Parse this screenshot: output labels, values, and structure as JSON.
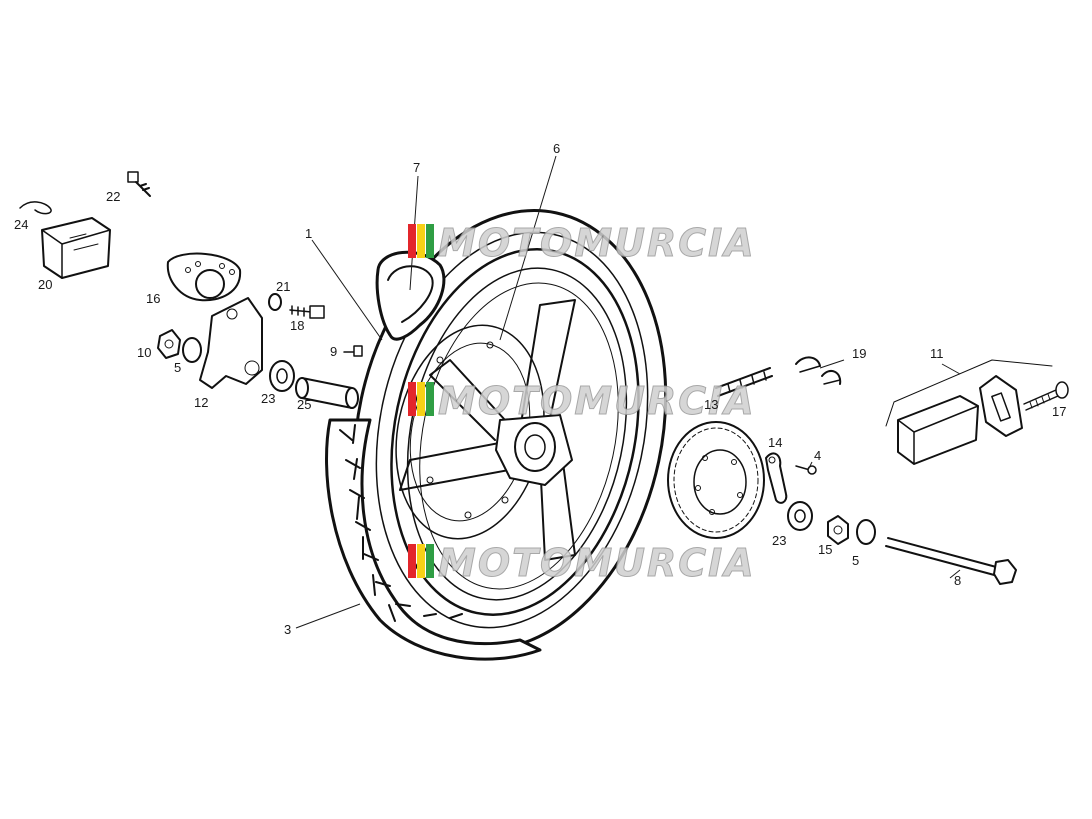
{
  "diagram": {
    "labels": [
      {
        "id": "1",
        "text": "1"
      },
      {
        "id": "3",
        "text": "3"
      },
      {
        "id": "4",
        "text": "4"
      },
      {
        "id": "5a",
        "text": "5"
      },
      {
        "id": "5b",
        "text": "5"
      },
      {
        "id": "6",
        "text": "6"
      },
      {
        "id": "7",
        "text": "7"
      },
      {
        "id": "8",
        "text": "8"
      },
      {
        "id": "9",
        "text": "9"
      },
      {
        "id": "10",
        "text": "10"
      },
      {
        "id": "11",
        "text": "11"
      },
      {
        "id": "12",
        "text": "12"
      },
      {
        "id": "13",
        "text": "13"
      },
      {
        "id": "14",
        "text": "14"
      },
      {
        "id": "15",
        "text": "15"
      },
      {
        "id": "16",
        "text": "16"
      },
      {
        "id": "17",
        "text": "17"
      },
      {
        "id": "18",
        "text": "18"
      },
      {
        "id": "19",
        "text": "19"
      },
      {
        "id": "20",
        "text": "20"
      },
      {
        "id": "21",
        "text": "21"
      },
      {
        "id": "22",
        "text": "22"
      },
      {
        "id": "23a",
        "text": "23"
      },
      {
        "id": "23b",
        "text": "23"
      },
      {
        "id": "24",
        "text": "24"
      },
      {
        "id": "25",
        "text": "25"
      }
    ],
    "watermark": {
      "text": "MOTOMURCIA",
      "flag_colors": [
        "#e3262b",
        "#f7d117",
        "#2f9e44"
      ]
    },
    "line_color": "#111111"
  }
}
